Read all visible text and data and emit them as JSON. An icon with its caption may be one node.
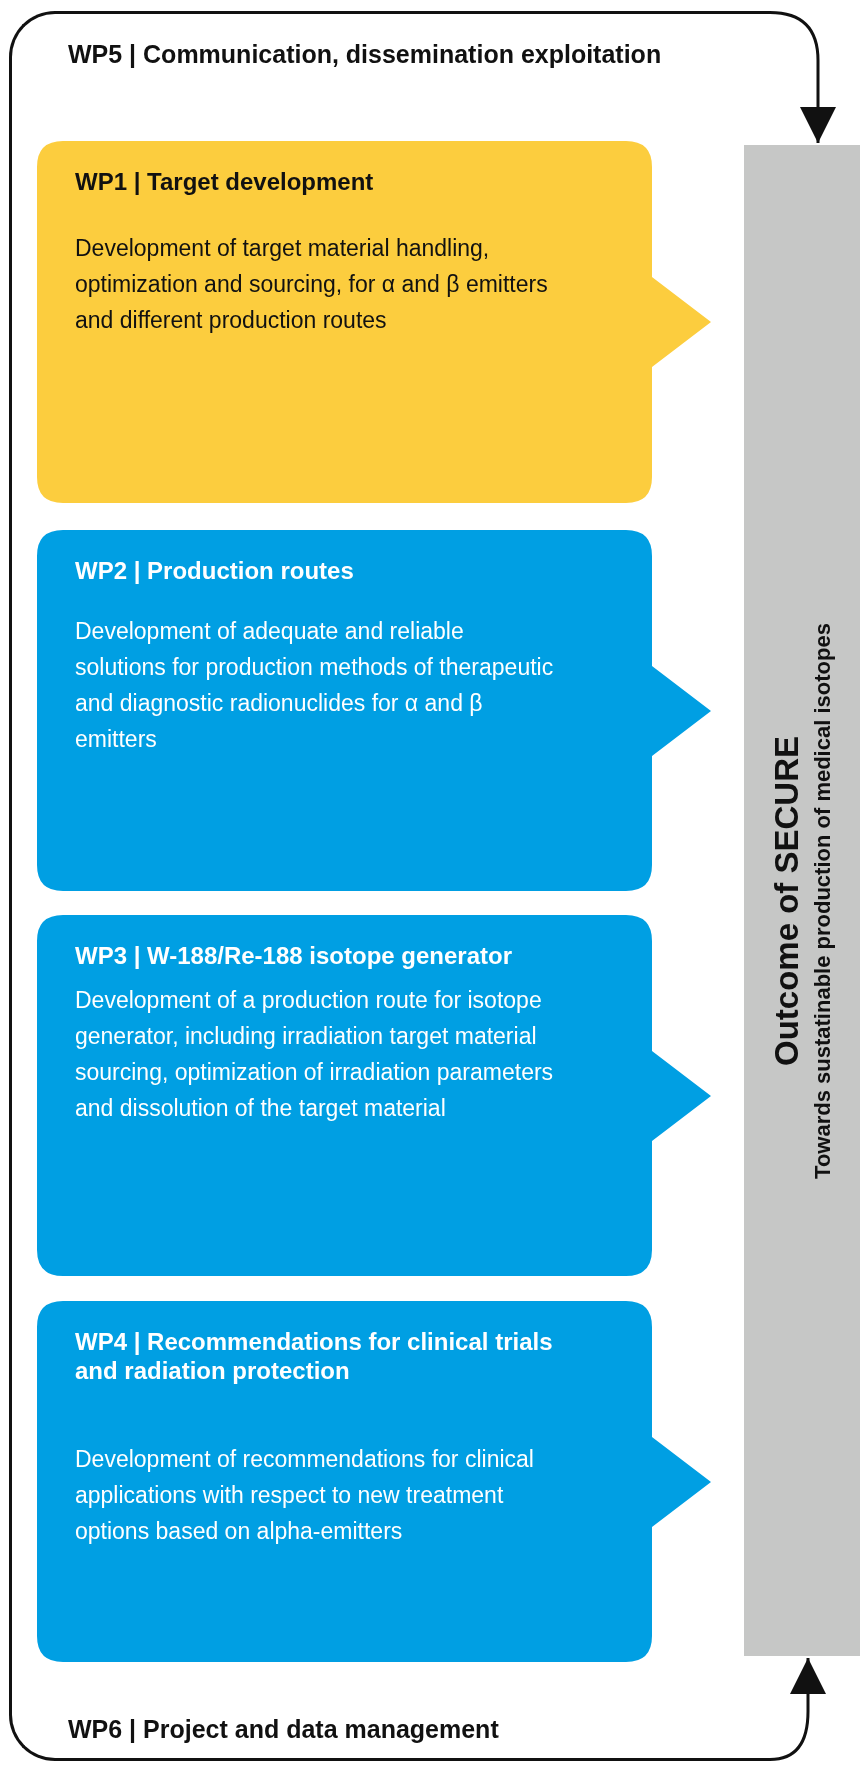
{
  "diagram": {
    "nodes": [
      {
        "text": [
          "WP5 | Communication, dissemination exploitation",
          "WP6 | Project and data management"
        ]
      },
      {
        "text": [
          "WP1 | Target development",
          "Development of target material handling, optimization and sourcing, for α and β emitters and different production routes"
        ],
        "in": 0
      },
      {
        "text": [
          "WP2 | Production routes",
          "Development of adequate and reliable solutions for production methods of therapeutic and diagnostic radionuclides for α and β emitters"
        ],
        "in": 0
      },
      {
        "text": [
          "WP3 | W-188/Re-188 isotope generator",
          "Development of a production route for isotope generator, including irradiation target material sourcing, optimization of irradiation parameters and dissolution of the target material"
        ],
        "in": 0
      },
      {
        "text": [
          "WP4 | Recommendations for clinical trials and radiation protection",
          "Development of recommendations for clinical applications with respect to new treatment options based on alpha-emitters"
        ],
        "in": 0
      },
      {
        "text": [
          "Outcome of SECURE",
          "Towards sustatinable production of medical isotopes"
        ]
      }
    ],
    "edges": [
      {
        "from": 0,
        "to": 5,
        "arrow": "to"
      },
      {
        "from": 0,
        "to": 5,
        "arrow": "to"
      }
    ]
  }
}
